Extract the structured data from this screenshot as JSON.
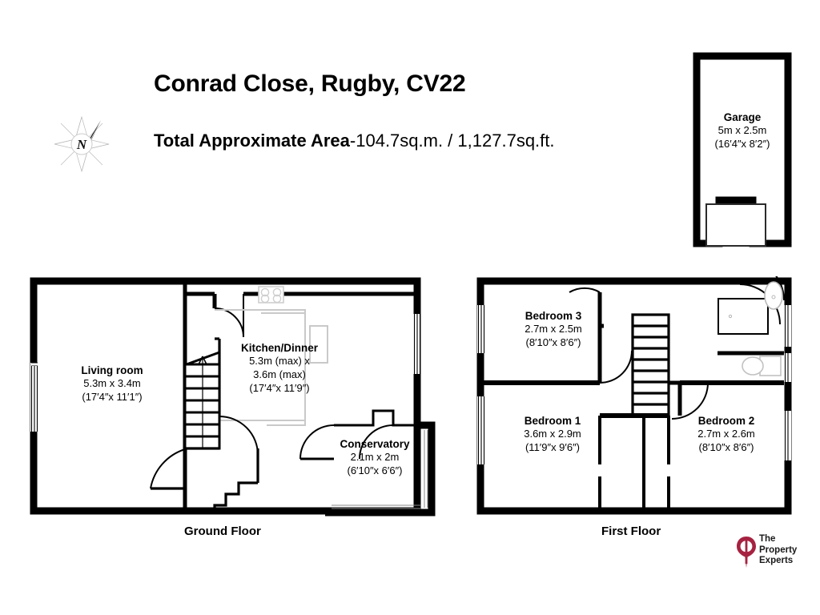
{
  "document": {
    "title": "Conrad Close, Rugby, CV22",
    "area_label": "Total Approximate Area",
    "area_separator": "-",
    "area_value": "104.7sq.m. / 1,127.7sq.ft."
  },
  "compass": {
    "name": "compass-rose",
    "north_letter": "N"
  },
  "colors": {
    "wall": "#000000",
    "fixture_outline": "#c9c9c9",
    "door_arc": "#000000",
    "logo_mark": "#A62241",
    "logo_text": "#1a1a1a",
    "background": "#ffffff"
  },
  "floors": [
    {
      "id": "ground",
      "caption": "Ground Floor",
      "rooms": [
        {
          "id": "living-room",
          "name": "Living room",
          "metric": "5.3m x 3.4m",
          "imperial": "(17′4″x 11′1″)"
        },
        {
          "id": "kitchen-dinner",
          "name": "Kitchen/Dinner",
          "metric_line1": "5.3m (max) x",
          "metric_line2": "3.6m (max)",
          "imperial": "(17′4″x 11′9″)"
        },
        {
          "id": "conservatory",
          "name": "Conservatory",
          "metric": "2.1m x 2m",
          "imperial": "(6′10″x 6′6″)"
        }
      ]
    },
    {
      "id": "first",
      "caption": "First Floor",
      "rooms": [
        {
          "id": "bedroom-3",
          "name": "Bedroom 3",
          "metric": "2.7m x 2.5m",
          "imperial": "(8′10″x 8′6″)"
        },
        {
          "id": "bedroom-1",
          "name": "Bedroom 1",
          "metric": "3.6m x 2.9m",
          "imperial": "(11′9″x 9′6″)"
        },
        {
          "id": "bedroom-2",
          "name": "Bedroom 2",
          "metric": "2.7m x 2.6m",
          "imperial": "(8′10″x 8′6″)"
        }
      ]
    },
    {
      "id": "garage",
      "caption": "",
      "rooms": [
        {
          "id": "garage",
          "name": "Garage",
          "metric": "5m x 2.5m",
          "imperial": "(16′4″x 8′2″)"
        }
      ]
    }
  ],
  "logo": {
    "mark_name": "property-experts-pin-mark",
    "line1": "The",
    "line2": "Property",
    "line3": "Experts"
  }
}
